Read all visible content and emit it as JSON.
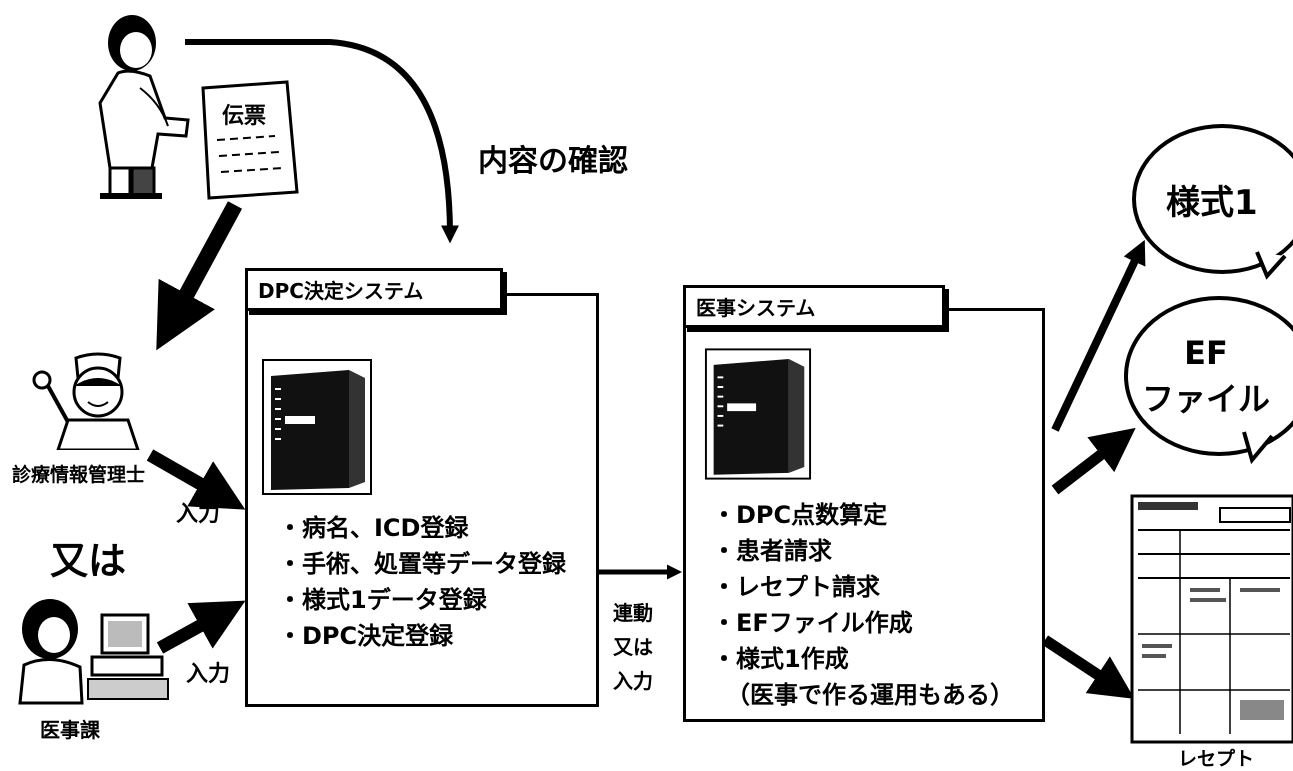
{
  "labels": {
    "denpyo": "伝票",
    "confirm": "内容の確認",
    "manager": "診療情報管理士",
    "or_main": "又は",
    "clerk": "医事課",
    "input1": "入力",
    "input2": "入力",
    "link1": "連動",
    "link2": "又は",
    "link3": "入力",
    "receipt": "レセプト"
  },
  "dpc_box": {
    "title": "DPC決定システム",
    "items": [
      "・病名、ICD登録",
      "・手術、処置等データ登録",
      "・様式1データ登録",
      "・DPC決定登録"
    ]
  },
  "iji_box": {
    "title": "医事システム",
    "items": [
      "・DPC点数算定",
      "・患者請求",
      "・レセプト請求",
      "・EFファイル作成",
      "・様式1作成",
      "（医事で作る運用もある）"
    ]
  },
  "outputs": {
    "form1": "様式1",
    "ef_line1": "EF",
    "ef_line2": "ファイル"
  }
}
